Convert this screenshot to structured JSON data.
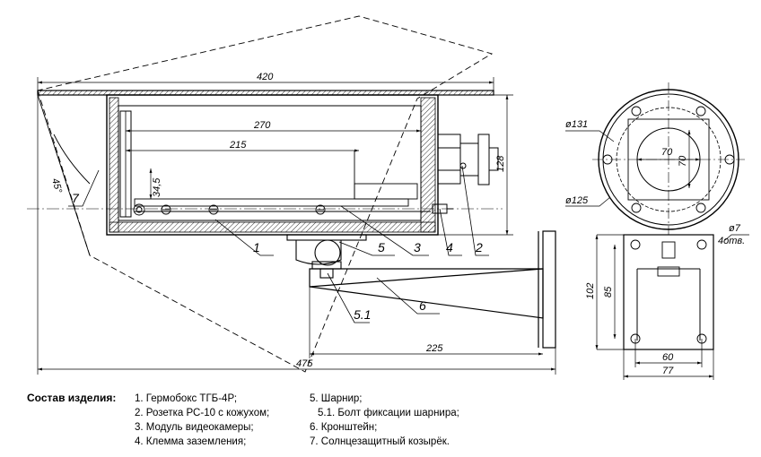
{
  "drawing": {
    "dimensions": {
      "overall_length": "420",
      "module_length": "270",
      "camera_length": "215",
      "height": "34,5",
      "angle": "45°",
      "box_height": "128",
      "bracket_length": "225",
      "total_length": "475",
      "outer_diameter": "ø131",
      "inner_diameter": "ø125",
      "window_w": "70",
      "window_h": "70",
      "hole_diameter": "ø7",
      "hole_count": "4отв.",
      "plate_height": "102",
      "plate_inner_height": "85",
      "plate_inner_width": "60",
      "plate_width": "77"
    },
    "callouts": [
      "7",
      "1",
      "5",
      "3",
      "4",
      "2",
      "5.1",
      "6"
    ]
  },
  "legend": {
    "title": "Состав изделия:",
    "col1": [
      "1. Гермобокс ТГБ-4Р;",
      "2. Розетка РС-10 с кожухом;",
      "3. Модуль видеокамеры;",
      "4. Клемма заземления;"
    ],
    "col2": [
      "5. Шарнир;",
      "5.1. Болт фиксации шарнира;",
      "6. Кронштейн;",
      "7. Солнцезащитный козырёк."
    ]
  }
}
